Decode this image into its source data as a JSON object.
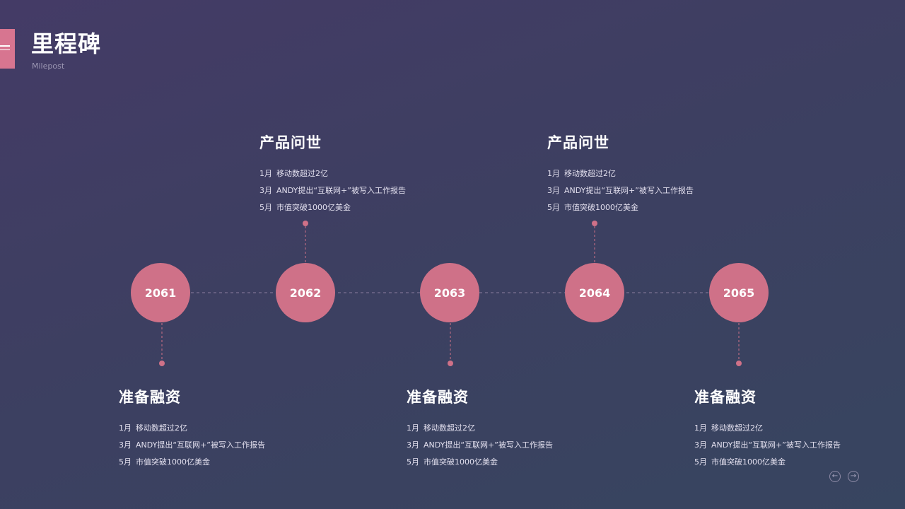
{
  "header": {
    "title": "里程碑",
    "subtitle": "Milepost"
  },
  "icons": {
    "menu": "menu-icon",
    "prev": "arrow-left-icon",
    "next": "arrow-right-icon"
  },
  "colors": {
    "accent": "#d77590",
    "milestone": "#cf7188",
    "background_start": "#443b66",
    "background_end": "#374560"
  },
  "milestones": [
    {
      "year": "2061"
    },
    {
      "year": "2062"
    },
    {
      "year": "2063"
    },
    {
      "year": "2064"
    },
    {
      "year": "2065"
    }
  ],
  "events": [
    {
      "title": "准备融资",
      "items": [
        {
          "month": "1月",
          "text": "移动数超过2亿"
        },
        {
          "month": "3月",
          "text": "ANDY提出“互联网+”被写入工作报告"
        },
        {
          "month": "5月",
          "text": "市值突破1000亿美金"
        }
      ]
    },
    {
      "title": "产品问世",
      "items": [
        {
          "month": "1月",
          "text": "移动数超过2亿"
        },
        {
          "month": "3月",
          "text": "ANDY提出“互联网+”被写入工作报告"
        },
        {
          "month": "5月",
          "text": "市值突破1000亿美金"
        }
      ]
    },
    {
      "title": "准备融资",
      "items": [
        {
          "month": "1月",
          "text": "移动数超过2亿"
        },
        {
          "month": "3月",
          "text": "ANDY提出“互联网+”被写入工作报告"
        },
        {
          "month": "5月",
          "text": "市值突破1000亿美金"
        }
      ]
    },
    {
      "title": "产品问世",
      "items": [
        {
          "month": "1月",
          "text": "移动数超过2亿"
        },
        {
          "month": "3月",
          "text": "ANDY提出“互联网+”被写入工作报告"
        },
        {
          "month": "5月",
          "text": "市值突破1000亿美金"
        }
      ]
    },
    {
      "title": "准备融资",
      "items": [
        {
          "month": "1月",
          "text": "移动数超过2亿"
        },
        {
          "month": "3月",
          "text": "ANDY提出“互联网+”被写入工作报告"
        },
        {
          "month": "5月",
          "text": "市值突破1000亿美金"
        }
      ]
    }
  ],
  "navigation": {
    "prev_symbol": "←",
    "next_symbol": "→"
  }
}
